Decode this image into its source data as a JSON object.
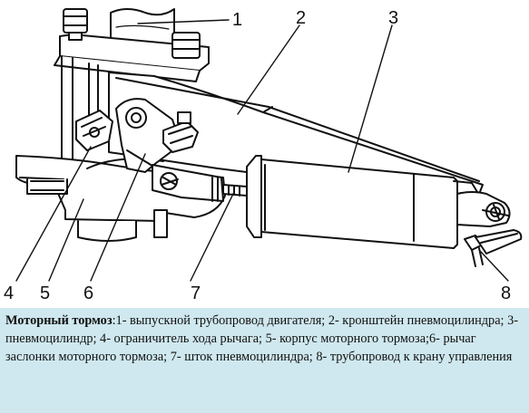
{
  "callouts": [
    "1",
    "2",
    "3",
    "4",
    "5",
    "6",
    "7",
    "8"
  ],
  "caption": {
    "title": "Моторный тормоз",
    "text": ":1- выпускной трубопровод двигателя; 2- кронштейн пневмоцилиндра; 3- пневмоцилиндр; 4- ограничитель хода рычага; 5- корпус моторного тормоза;6- рычаг заслонки моторного тормоза; 7- шток пневмоцилиндра; 8- трубопровод к крану управления"
  },
  "colors": {
    "caption_background": "#cfe8ef",
    "line": "#111111"
  }
}
